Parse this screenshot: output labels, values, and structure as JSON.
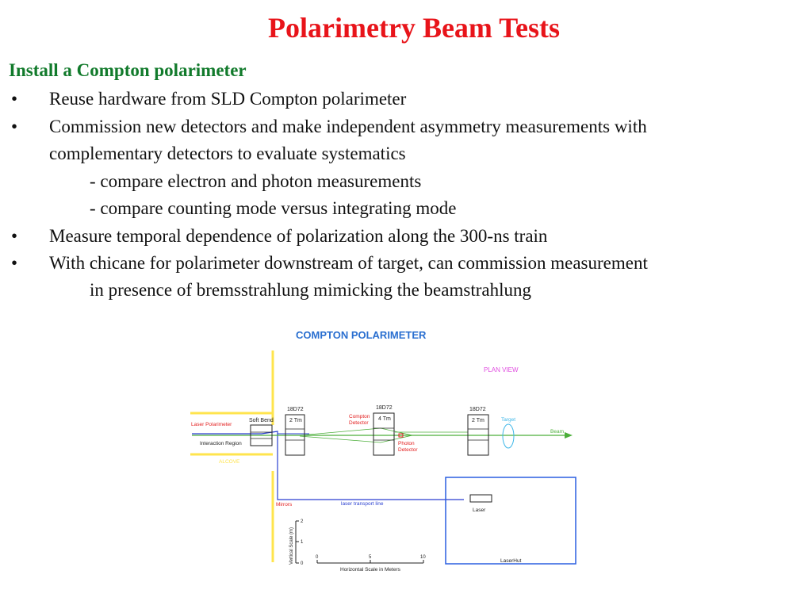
{
  "slide": {
    "title": "Polarimetry Beam Tests",
    "subtitle": "Install a Compton polarimeter",
    "bullet_glyph": "•",
    "bullets": [
      "Reuse hardware from SLD Compton polarimeter",
      "Commission new detectors and make independent asymmetry measurements with",
      "complementary detectors to evaluate systematics",
      "- compare electron and photon measurements",
      "- compare counting mode versus integrating mode",
      "Measure temporal dependence of polarization along the 300-ns train",
      "With chicane for polarimeter downstream of target, can commission measurement",
      "in presence of bremsstrahlung mimicking the beamstrahlung"
    ]
  },
  "diagram": {
    "title": "COMPTON POLARIMETER",
    "plan_view": "PLAN VIEW",
    "magnet_top": [
      "18D72",
      "18D72",
      "18D72"
    ],
    "magnet_mid": [
      "2 Tm",
      "4 Tm",
      "2 Tm"
    ],
    "soft_bend": "Soft Bend",
    "laser_polarimeter": "Laser Polarimeter",
    "interaction_region": "Interaction Region",
    "alcove": "ALCOVE",
    "compton_detector": [
      "Compton",
      "Detector"
    ],
    "photon_detector": [
      "Photon",
      "Detector"
    ],
    "target": "Target",
    "beam": "Beam",
    "mirrors": "Mirrors",
    "laser_transport": "laser transport line",
    "laser": "Laser",
    "laser_hut": "LaserHut",
    "vertical_scale": "Vertical Scale (m)",
    "vertical_ticks": [
      "2",
      "1",
      "0"
    ],
    "horizontal_ticks": [
      "0",
      "5",
      "10"
    ],
    "horizontal_scale": "Horizontal Scale in Meters",
    "colors": {
      "title": "#e8141a",
      "subtitle": "#117a2b",
      "diagram_title": "#2a6fd0",
      "wall": "#ffe44d",
      "beam": "#4caf3a",
      "laser_path": "#2a3fd0",
      "plan_view": "#e04ee0",
      "red_label": "#e32020",
      "target": "#3fb7e8"
    }
  }
}
